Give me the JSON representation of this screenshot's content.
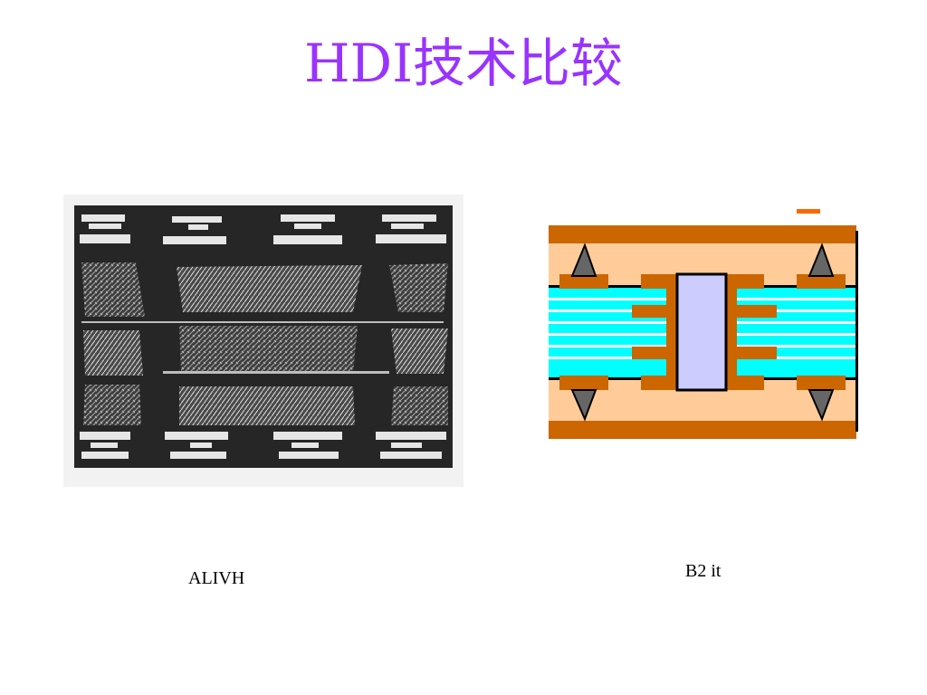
{
  "slide": {
    "title": "HDI技术比较",
    "title_color": "#9933ff"
  },
  "figures": {
    "left": {
      "caption": "ALIVH",
      "kind": "cross-section-photo"
    },
    "right": {
      "caption": "B2 it",
      "kind": "layer-stack-schematic",
      "colors": {
        "copper": "#cc6600",
        "substrate": "#ffcc99",
        "core": "#00ffff",
        "via_fill": "#ccccff",
        "cone": "#666666",
        "accent": "#ff6600"
      }
    }
  }
}
